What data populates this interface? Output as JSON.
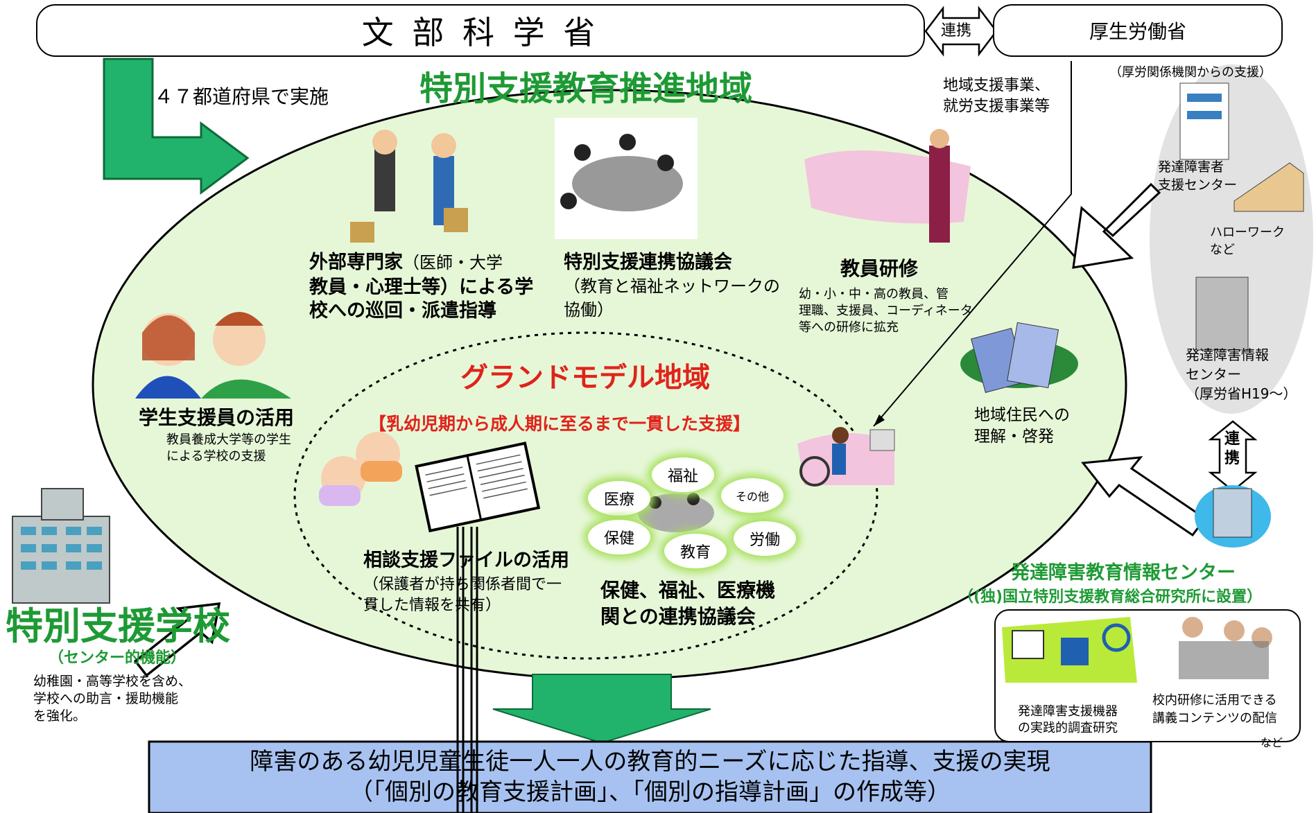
{
  "header": {
    "mext": "文 部 科 学 省",
    "renkei": "連携",
    "mhlw": "厚生労働省",
    "mhlw_support": "（厚労関係機関からの支援）"
  },
  "left": {
    "prefectures": "４７都道府県で実施",
    "school_title": "特別支援学校",
    "school_sub": "（センター的機能）",
    "school_desc": [
      "幼稚園・高等学校を含め、",
      "学校への助言・援助機能",
      "を強化。"
    ]
  },
  "region": {
    "title": "特別支援教育推進地域",
    "external_title": "外部専門家",
    "external_paren": "（医師・大学",
    "external_lines": [
      "教員・心理士等）による学",
      "校への巡回・派遣指導"
    ],
    "council_title": "特別支援連携協議会",
    "council_sub": [
      "（教育と福祉ネットワークの",
      "協働）"
    ],
    "training_title": "教員研修",
    "training_desc": [
      "幼・小・中・高の教員、管",
      "理職、支援員、コーディネータ",
      "等への研修に拡充"
    ],
    "student_title": "学生支援員の活用",
    "student_desc": [
      "教員養成大学等の学生",
      "による学校の支援"
    ],
    "residents": [
      "地域住民への",
      "理解・啓発"
    ]
  },
  "grand": {
    "title": "グランドモデル地域",
    "subtitle": "【乳幼児期から成人期に至るまで一貫した支援】",
    "file_title": "相談支援ファイルの活用",
    "file_desc": [
      "（保護者が持ち関係者間で一",
      "貫した情報を共有）"
    ],
    "council": [
      "保健、福祉、医療機",
      "関との連携協議会"
    ],
    "bubbles": {
      "fukushi": "福祉",
      "iryou": "医療",
      "sonota": "その他",
      "hoken": "保健",
      "roudou": "労働",
      "kyouiku": "教育"
    }
  },
  "right": {
    "regional": [
      "地域支援事業、",
      "就労支援事業等"
    ],
    "dev_support_center": [
      "発達障害者",
      "支援センター"
    ],
    "hellowork": [
      "ハローワーク",
      "など"
    ],
    "dev_info_center": [
      "発達障害情報",
      "センター",
      "（厚労省H19～）"
    ],
    "renkei": [
      "連",
      "携"
    ],
    "edu_center_title": "発達障害教育情報センター",
    "edu_center_sub": "（(独)国立特別支援教育総合研究所に設置）",
    "research": [
      "発達障害支援機器",
      "の実践的調査研究"
    ],
    "contents": [
      "校内研修に活用できる",
      "講義コンテンツの配信"
    ],
    "nado": "など"
  },
  "bottom": {
    "line1": "障害のある幼児児童生徒一人一人の教育的ニーズに応じた指導、支援の実現",
    "line2": "（「個別の教育支援計画」、「個別の指導計画」の作成等）"
  },
  "colors": {
    "region_fill": "#e6f7d8",
    "title_green": "#1e9a34",
    "red": "#e0231a",
    "arrow_green": "#21b36b",
    "bottom_fill": "#a7c2f0",
    "gray_oval": "#e2e2e2"
  }
}
